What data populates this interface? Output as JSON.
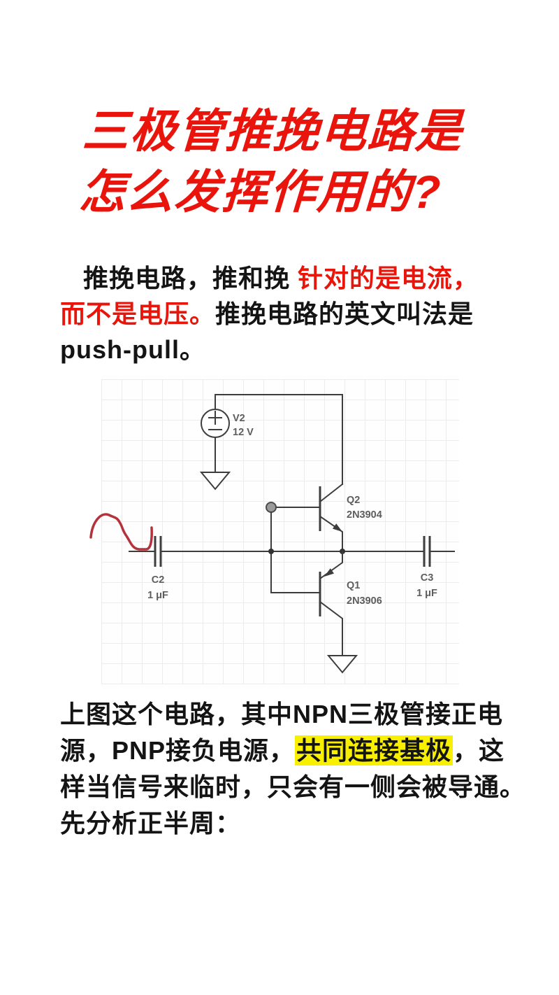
{
  "title": {
    "line1": "三极管推挽电路是",
    "line2": "怎么发挥作用的?"
  },
  "intro": {
    "line1_black": "推挽电路，推和挽 ",
    "line1_red": "针对的是电流，",
    "line2_red": "而不是电压。",
    "line2_black": "推挽电路的英文叫法是",
    "line3_black": "push-pull。"
  },
  "circuit": {
    "power_source": {
      "label": "V2",
      "value": "12 V"
    },
    "transistor_npn": {
      "label": "Q2",
      "model": "2N3904"
    },
    "transistor_pnp": {
      "label": "Q1",
      "model": "2N3906"
    },
    "cap_input": {
      "label": "C2",
      "value": "1 μF"
    },
    "cap_output": {
      "label": "C3",
      "value": "1 μF"
    }
  },
  "body": {
    "line1": "上图这个电路，其中NPN三极管接正电",
    "line2_pre": "源，PNP接负电源，",
    "line2_highlight": "共同连接基极",
    "line2_post": "，这",
    "line3": "样当信号来临时，只会有一侧会被导通。",
    "line4": "先分析正半周："
  },
  "colors": {
    "title_red": "#e9150d",
    "body_red": "#e8150b",
    "highlight_yellow": "#f9f000",
    "text_black": "#141414",
    "wire_gray": "#3d3d3d",
    "label_gray": "#5d5d5d",
    "wave_red": "#b5323c",
    "grid_gray": "#ececec",
    "background": "#ffffff"
  }
}
